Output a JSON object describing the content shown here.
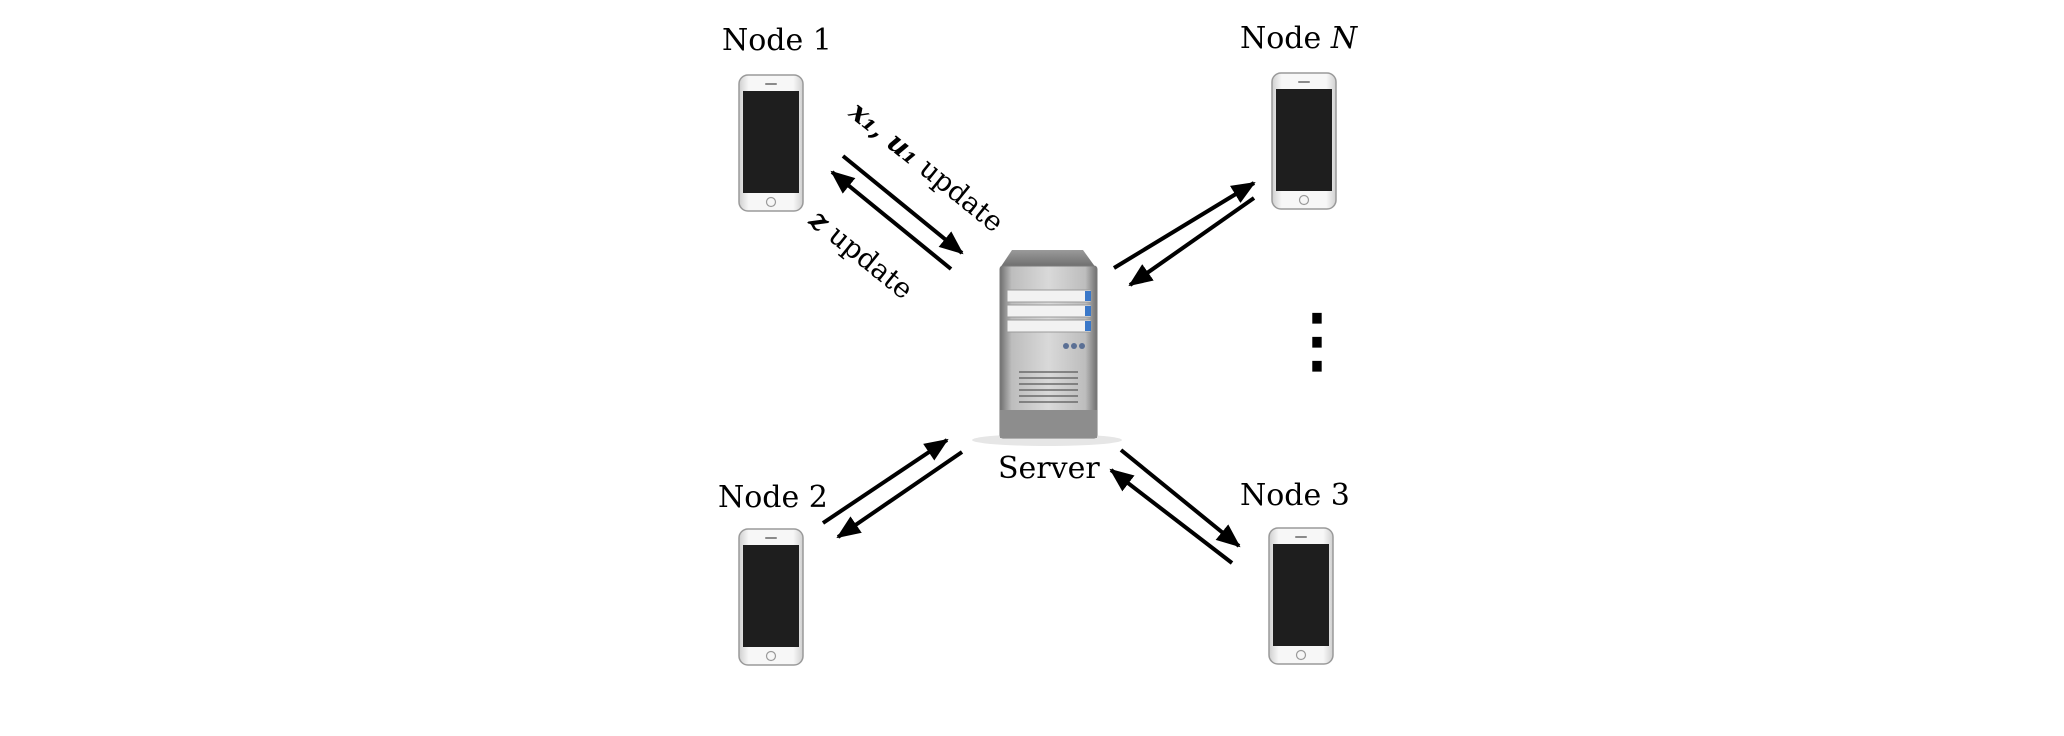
{
  "nodes": {
    "node1": {
      "label": "Node 1"
    },
    "node2": {
      "label": "Node 2"
    },
    "node3": {
      "label": "Node 3"
    },
    "nodeN": {
      "label_prefix": "Node",
      "label_var": "N"
    }
  },
  "server": {
    "label": "Server"
  },
  "edge_labels": {
    "to_server": {
      "math": "x₁, u₁",
      "text": "update"
    },
    "to_node": {
      "math": "z",
      "text": "update"
    }
  },
  "ellipsis": "⋮"
}
